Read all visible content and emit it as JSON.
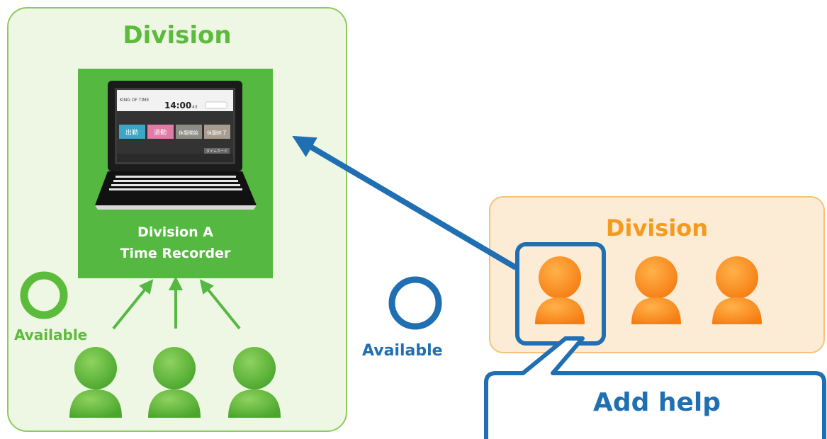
{
  "left_division": {
    "title": "Division",
    "recorder_label_line1": "Division A",
    "recorder_label_line2": "Time Recorder",
    "available_label": "Available"
  },
  "right_division": {
    "title": "Division"
  },
  "middle": {
    "available_label": "Available"
  },
  "callout": {
    "label": "Add help"
  },
  "laptop_screen": {
    "brand": "KING OF TIME",
    "time": "14:00",
    "seconds": "43",
    "buttons": [
      "出勤",
      "退勤",
      "休憩開始",
      "休憩終了"
    ],
    "mode_button": "タイムカード"
  },
  "colors": {
    "green": "#5bbb3b",
    "blue": "#1f6fb2",
    "orange": "#f49a1d"
  },
  "icons": [
    "person-icon",
    "circle-icon",
    "arrow-icon",
    "laptop-icon"
  ]
}
